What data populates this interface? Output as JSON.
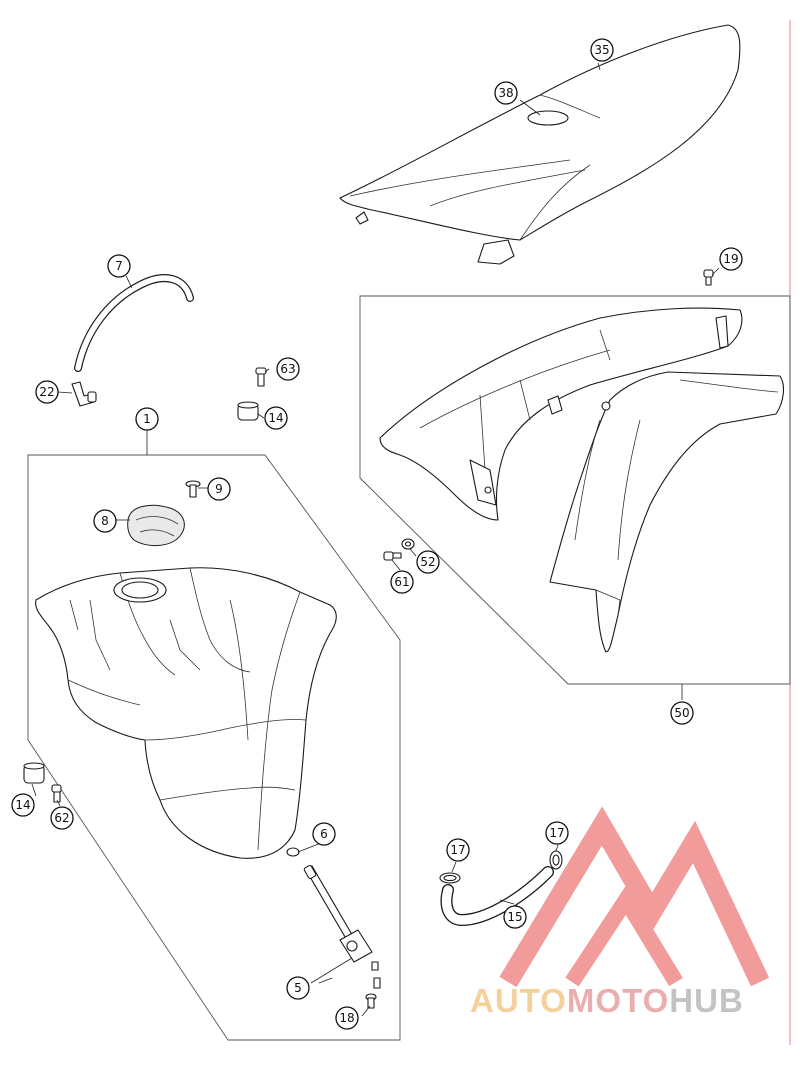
{
  "callouts": {
    "c1": "1",
    "c5": "5",
    "c6": "6",
    "c7": "7",
    "c8": "8",
    "c9": "9",
    "c14a": "14",
    "c14b": "14",
    "c15": "15",
    "c17a": "17",
    "c17b": "17",
    "c18": "18",
    "c19": "19",
    "c22": "22",
    "c35": "35",
    "c38": "38",
    "c50": "50",
    "c52": "52",
    "c61": "61",
    "c62": "62",
    "c63": "63"
  },
  "watermark": {
    "part1": "AUTO",
    "part2": "MOTO",
    "part3": "HUB",
    "color1": "#f3c98a",
    "color2": "#e8a0a0",
    "color3": "#b9b9b9",
    "triangle_color": "#f08a8a"
  }
}
